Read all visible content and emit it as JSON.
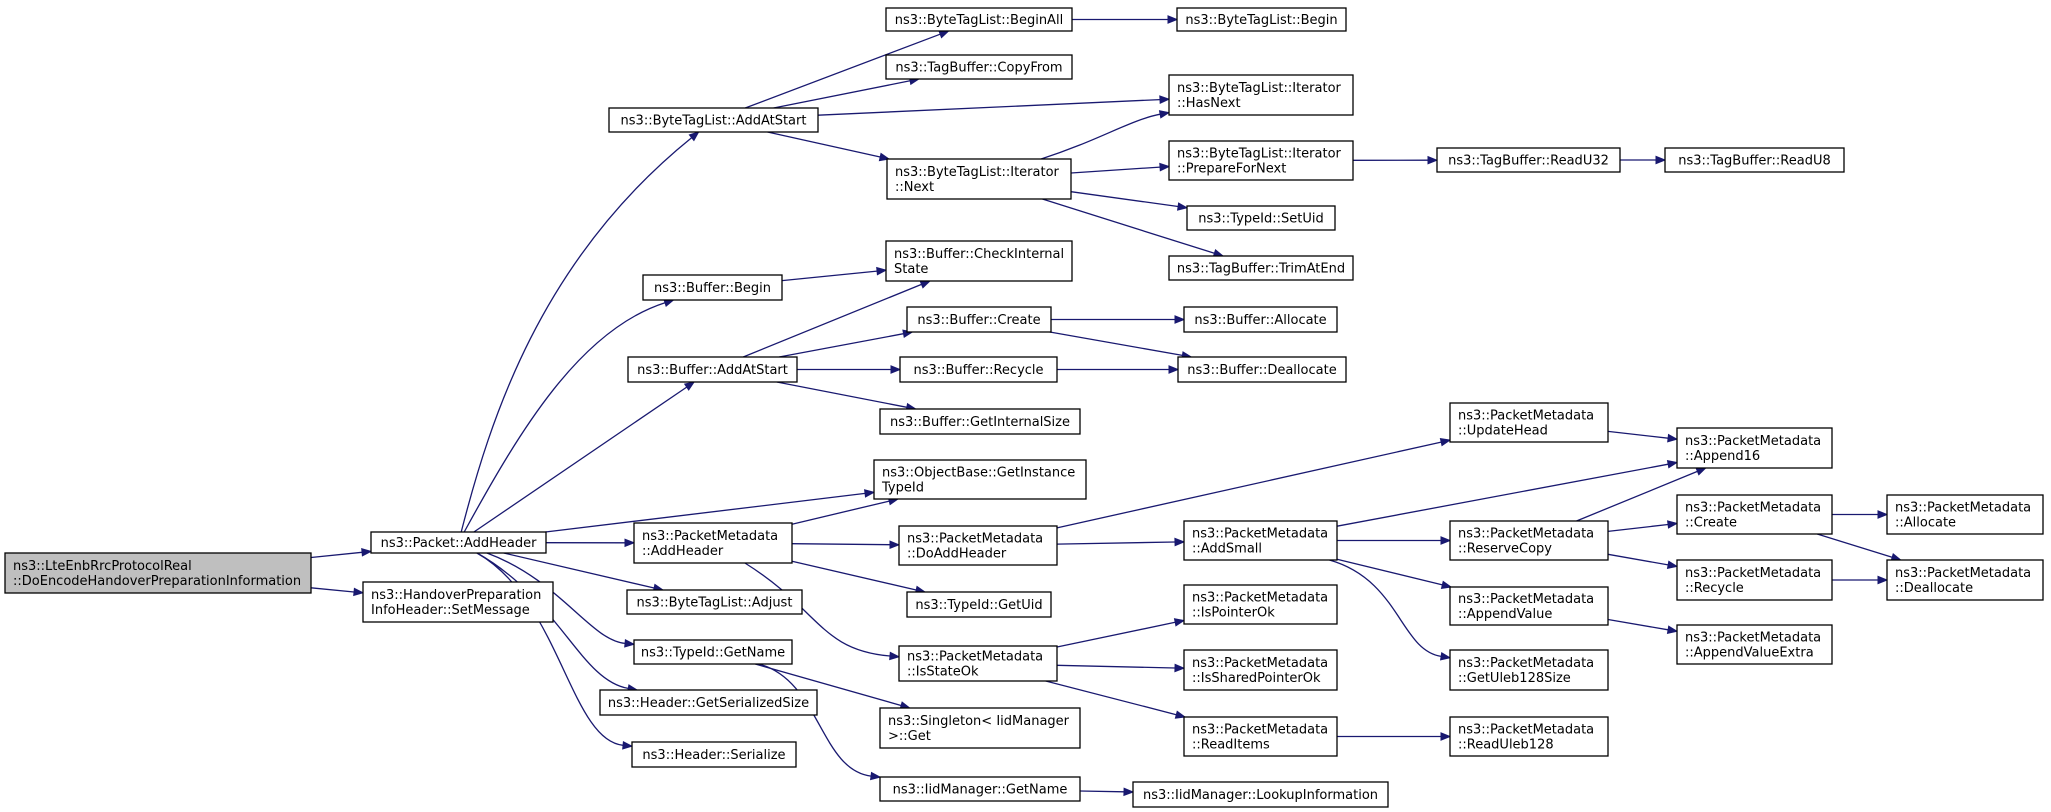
{
  "colors": {
    "edge": "#191970",
    "node_fill": "#ffffff",
    "root_fill": "#bfbfbf",
    "border": "#000000"
  },
  "nodes": [
    {
      "id": "root",
      "lines": [
        "ns3::LteEnbRrcProtocolReal",
        "::DoEncodeHandoverPreparationInformation"
      ]
    },
    {
      "id": "addheader",
      "lines": [
        "ns3::Packet::AddHeader"
      ]
    },
    {
      "id": "setmessage",
      "lines": [
        "ns3::HandoverPreparation",
        "InfoHeader::SetMessage"
      ]
    },
    {
      "id": "btl_addatstart",
      "lines": [
        "ns3::ByteTagList::AddAtStart"
      ]
    },
    {
      "id": "btl_beginall",
      "lines": [
        "ns3::ByteTagList::BeginAll"
      ]
    },
    {
      "id": "btl_begin",
      "lines": [
        "ns3::ByteTagList::Begin"
      ]
    },
    {
      "id": "tb_copyfrom",
      "lines": [
        "ns3::TagBuffer::CopyFrom"
      ]
    },
    {
      "id": "it_hasnext",
      "lines": [
        "ns3::ByteTagList::Iterator",
        "::HasNext"
      ]
    },
    {
      "id": "it_next",
      "lines": [
        "ns3::ByteTagList::Iterator",
        "::Next"
      ]
    },
    {
      "id": "it_prepare",
      "lines": [
        "ns3::ByteTagList::Iterator",
        "::PrepareForNext"
      ]
    },
    {
      "id": "tb_readu32",
      "lines": [
        "ns3::TagBuffer::ReadU32"
      ]
    },
    {
      "id": "tb_readu8",
      "lines": [
        "ns3::TagBuffer::ReadU8"
      ]
    },
    {
      "id": "tid_setuid",
      "lines": [
        "ns3::TypeId::SetUid"
      ]
    },
    {
      "id": "tb_trimatend",
      "lines": [
        "ns3::TagBuffer::TrimAtEnd"
      ]
    },
    {
      "id": "buf_begin",
      "lines": [
        "ns3::Buffer::Begin"
      ]
    },
    {
      "id": "buf_checkinternal",
      "lines": [
        "ns3::Buffer::CheckInternal",
        "State"
      ]
    },
    {
      "id": "buf_addatstart",
      "lines": [
        "ns3::Buffer::AddAtStart"
      ]
    },
    {
      "id": "buf_create",
      "lines": [
        "ns3::Buffer::Create"
      ]
    },
    {
      "id": "buf_allocate",
      "lines": [
        "ns3::Buffer::Allocate"
      ]
    },
    {
      "id": "buf_recycle",
      "lines": [
        "ns3::Buffer::Recycle"
      ]
    },
    {
      "id": "buf_deallocate",
      "lines": [
        "ns3::Buffer::Deallocate"
      ]
    },
    {
      "id": "buf_getinternalsize",
      "lines": [
        "ns3::Buffer::GetInternalSize"
      ]
    },
    {
      "id": "ob_getinstance",
      "lines": [
        "ns3::ObjectBase::GetInstance",
        "TypeId"
      ]
    },
    {
      "id": "pm_addheader",
      "lines": [
        "ns3::PacketMetadata",
        "::AddHeader"
      ]
    },
    {
      "id": "pm_doaddheader",
      "lines": [
        "ns3::PacketMetadata",
        "::DoAddHeader"
      ]
    },
    {
      "id": "pm_updatehead",
      "lines": [
        "ns3::PacketMetadata",
        "::UpdateHead"
      ]
    },
    {
      "id": "pm_append16",
      "lines": [
        "ns3::PacketMetadata",
        "::Append16"
      ]
    },
    {
      "id": "pm_addsmall",
      "lines": [
        "ns3::PacketMetadata",
        "::AddSmall"
      ]
    },
    {
      "id": "pm_reservecopy",
      "lines": [
        "ns3::PacketMetadata",
        "::ReserveCopy"
      ]
    },
    {
      "id": "pm_create",
      "lines": [
        "ns3::PacketMetadata",
        "::Create"
      ]
    },
    {
      "id": "pm_allocate",
      "lines": [
        "ns3::PacketMetadata",
        "::Allocate"
      ]
    },
    {
      "id": "pm_recycle",
      "lines": [
        "ns3::PacketMetadata",
        "::Recycle"
      ]
    },
    {
      "id": "pm_deallocate",
      "lines": [
        "ns3::PacketMetadata",
        "::Deallocate"
      ]
    },
    {
      "id": "pm_appendvalue",
      "lines": [
        "ns3::PacketMetadata",
        "::AppendValue"
      ]
    },
    {
      "id": "pm_appendvalueextra",
      "lines": [
        "ns3::PacketMetadata",
        "::AppendValueExtra"
      ]
    },
    {
      "id": "pm_getuleb",
      "lines": [
        "ns3::PacketMetadata",
        "::GetUleb128Size"
      ]
    },
    {
      "id": "btl_adjust",
      "lines": [
        "ns3::ByteTagList::Adjust"
      ]
    },
    {
      "id": "tid_getuid",
      "lines": [
        "ns3::TypeId::GetUid"
      ]
    },
    {
      "id": "tid_getname",
      "lines": [
        "ns3::TypeId::GetName"
      ]
    },
    {
      "id": "pm_isstateok",
      "lines": [
        "ns3::PacketMetadata",
        "::IsStateOk"
      ]
    },
    {
      "id": "pm_ispointerok",
      "lines": [
        "ns3::PacketMetadata",
        "::IsPointerOk"
      ]
    },
    {
      "id": "pm_issharedpointerok",
      "lines": [
        "ns3::PacketMetadata",
        "::IsSharedPointerOk"
      ]
    },
    {
      "id": "pm_readitems",
      "lines": [
        "ns3::PacketMetadata",
        "::ReadItems"
      ]
    },
    {
      "id": "pm_readuleb",
      "lines": [
        "ns3::PacketMetadata",
        "::ReadUleb128"
      ]
    },
    {
      "id": "hdr_getserializedsize",
      "lines": [
        "ns3::Header::GetSerializedSize"
      ]
    },
    {
      "id": "singleton_get",
      "lines": [
        "ns3::Singleton< IidManager",
        ">::Get"
      ]
    },
    {
      "id": "hdr_serialize",
      "lines": [
        "ns3::Header::Serialize"
      ]
    },
    {
      "id": "iid_getname",
      "lines": [
        "ns3::IidManager::GetName"
      ]
    },
    {
      "id": "iid_lookup",
      "lines": [
        "ns3::IidManager::LookupInformation"
      ]
    }
  ],
  "edges": [
    [
      "root",
      "addheader"
    ],
    [
      "root",
      "setmessage"
    ],
    [
      "addheader",
      "btl_addatstart"
    ],
    [
      "addheader",
      "buf_begin"
    ],
    [
      "addheader",
      "buf_addatstart"
    ],
    [
      "addheader",
      "ob_getinstance"
    ],
    [
      "addheader",
      "pm_addheader"
    ],
    [
      "addheader",
      "btl_adjust"
    ],
    [
      "addheader",
      "tid_getname"
    ],
    [
      "addheader",
      "hdr_getserializedsize"
    ],
    [
      "addheader",
      "hdr_serialize"
    ],
    [
      "btl_addatstart",
      "btl_beginall"
    ],
    [
      "btl_addatstart",
      "tb_copyfrom"
    ],
    [
      "btl_addatstart",
      "it_hasnext"
    ],
    [
      "btl_addatstart",
      "it_next"
    ],
    [
      "btl_beginall",
      "btl_begin"
    ],
    [
      "it_next",
      "it_hasnext"
    ],
    [
      "it_next",
      "it_prepare"
    ],
    [
      "it_next",
      "tid_setuid"
    ],
    [
      "it_next",
      "tb_trimatend"
    ],
    [
      "it_prepare",
      "tb_readu32"
    ],
    [
      "tb_readu32",
      "tb_readu8"
    ],
    [
      "buf_begin",
      "buf_checkinternal"
    ],
    [
      "buf_addatstart",
      "buf_checkinternal"
    ],
    [
      "buf_addatstart",
      "buf_create"
    ],
    [
      "buf_addatstart",
      "buf_recycle"
    ],
    [
      "buf_addatstart",
      "buf_getinternalsize"
    ],
    [
      "buf_create",
      "buf_allocate"
    ],
    [
      "buf_create",
      "buf_deallocate"
    ],
    [
      "buf_recycle",
      "buf_deallocate"
    ],
    [
      "pm_addheader",
      "ob_getinstance"
    ],
    [
      "pm_addheader",
      "pm_doaddheader"
    ],
    [
      "pm_addheader",
      "tid_getuid"
    ],
    [
      "pm_addheader",
      "pm_isstateok"
    ],
    [
      "pm_doaddheader",
      "pm_updatehead"
    ],
    [
      "pm_doaddheader",
      "pm_addsmall"
    ],
    [
      "pm_updatehead",
      "pm_append16"
    ],
    [
      "pm_addsmall",
      "pm_append16"
    ],
    [
      "pm_addsmall",
      "pm_reservecopy"
    ],
    [
      "pm_addsmall",
      "pm_appendvalue"
    ],
    [
      "pm_addsmall",
      "pm_getuleb"
    ],
    [
      "pm_reservecopy",
      "pm_append16"
    ],
    [
      "pm_reservecopy",
      "pm_create"
    ],
    [
      "pm_reservecopy",
      "pm_recycle"
    ],
    [
      "pm_create",
      "pm_allocate"
    ],
    [
      "pm_create",
      "pm_deallocate"
    ],
    [
      "pm_recycle",
      "pm_deallocate"
    ],
    [
      "pm_appendvalue",
      "pm_appendvalueextra"
    ],
    [
      "pm_isstateok",
      "pm_ispointerok"
    ],
    [
      "pm_isstateok",
      "pm_issharedpointerok"
    ],
    [
      "pm_isstateok",
      "pm_readitems"
    ],
    [
      "pm_readitems",
      "pm_readuleb"
    ],
    [
      "tid_getname",
      "singleton_get"
    ],
    [
      "tid_getname",
      "iid_getname"
    ],
    [
      "iid_getname",
      "iid_lookup"
    ]
  ]
}
